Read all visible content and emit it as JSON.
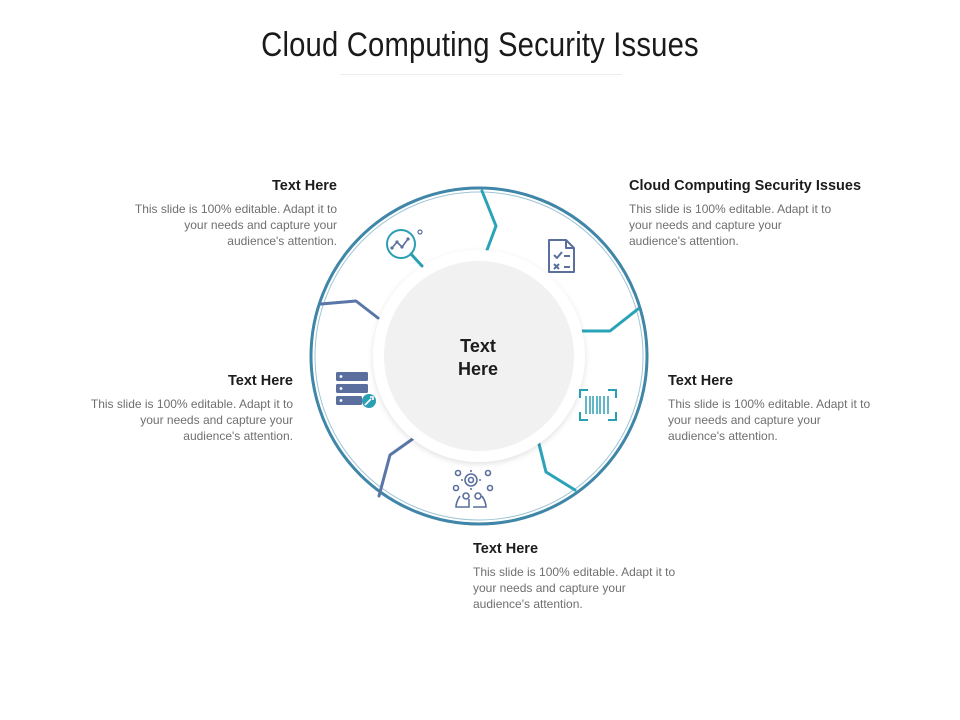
{
  "title": "Cloud Computing Security Issues",
  "center": {
    "line1": "Text",
    "line2": "Here"
  },
  "segments": [
    {
      "heading": "Cloud Computing Security Issues",
      "body": [
        "This slide is 100% editable. Adapt it to",
        "your needs and capture your",
        "audience's attention."
      ],
      "icon": "checklist-document-icon"
    },
    {
      "heading": "Text Here",
      "body": [
        "This slide is 100% editable. Adapt it to",
        "your needs and capture your",
        "audience's attention."
      ],
      "icon": "barcode-scan-icon"
    },
    {
      "heading": "Text Here",
      "body": [
        "This slide is 100% editable. Adapt it to",
        "your needs and capture your",
        "audience's attention."
      ],
      "icon": "gear-head-icon"
    },
    {
      "heading": "Text Here",
      "body": [
        "This slide is 100% editable. Adapt it to",
        "your needs and capture your",
        "audience's attention."
      ],
      "icon": "server-wrench-icon"
    },
    {
      "heading": "Text Here",
      "body": [
        "This slide is 100% editable. Adapt it to",
        "your needs and capture your",
        "audience's attention."
      ],
      "icon": "magnifier-chart-icon"
    }
  ],
  "colors": {
    "ring_teal": "#2aa3b8",
    "ring_blue": "#5a76a8",
    "icon_teal": "#2a9fb4",
    "icon_blue": "#5b6f9e",
    "center_fill": "#f1f1f1"
  }
}
